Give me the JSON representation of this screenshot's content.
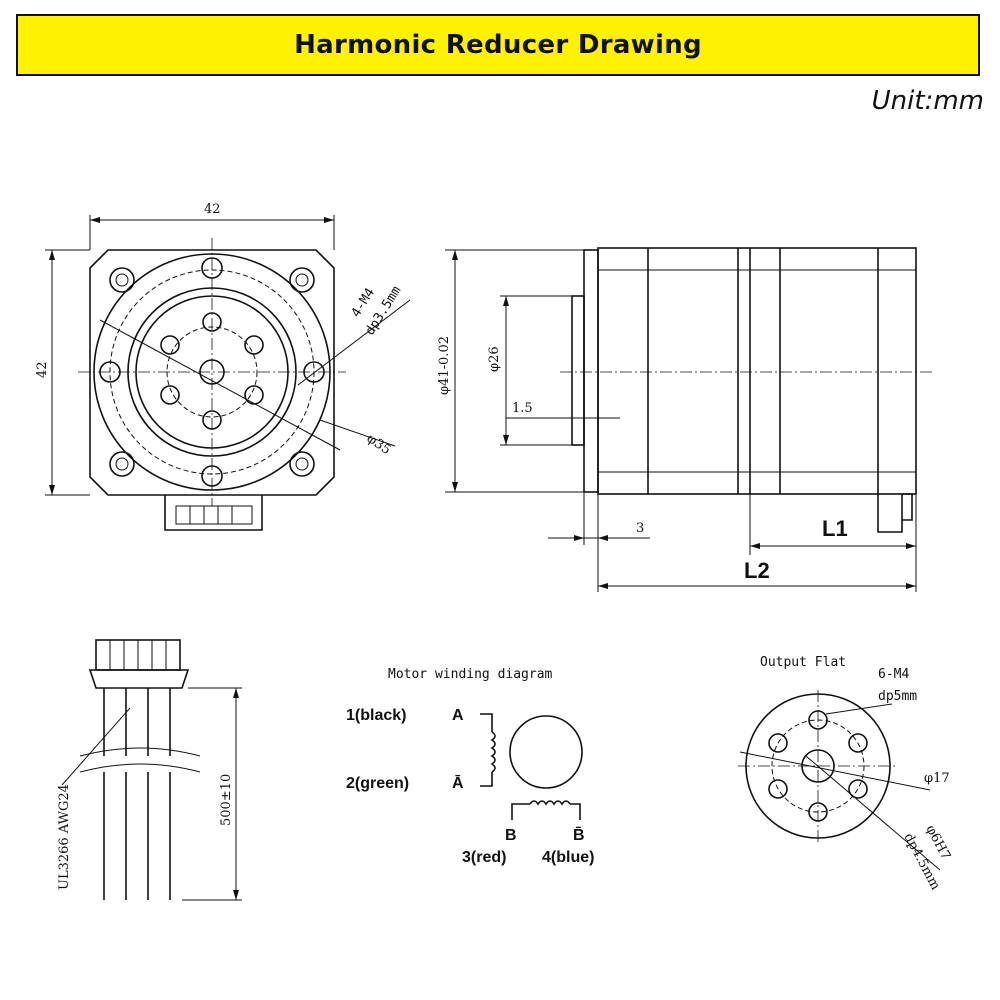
{
  "header": {
    "title": "Harmonic Reducer Drawing",
    "unit": "Unit:mm"
  },
  "front_view": {
    "width": "42",
    "height": "42",
    "holes_note_1": "4-M4",
    "holes_note_2": "dp3.5mm",
    "circle_dia": "φ35"
  },
  "side_view": {
    "dia_outer": "φ41-0.02",
    "dia_inner": "φ26",
    "step": "1.5",
    "gap": "3",
    "len_1": "L1",
    "len_2": "L2"
  },
  "cable_view": {
    "length": "500±10",
    "cable_spec": "UL3266  AWG24"
  },
  "winding": {
    "title": "Motor winding diagram",
    "a_label": "1(black)",
    "a_letter": "A",
    "abar_label": "2(green)",
    "abar_letter": "Ā",
    "b_letter": "B",
    "bbar_letter": "B̄",
    "b_label": "3(red)",
    "bbar_label": "4(blue)"
  },
  "output_flat": {
    "title": "Output Flat",
    "holes_1": "6-M4",
    "holes_2": "dp5mm",
    "dia_1": "φ17",
    "dia_2": "φ6H7",
    "depth_2": "dp4.5mm"
  },
  "colors": {
    "title_bar": "#fff200",
    "ink": "#111111"
  }
}
